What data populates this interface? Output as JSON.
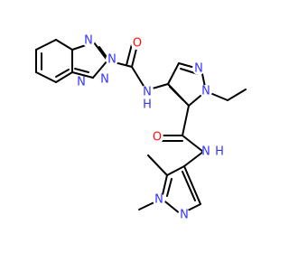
{
  "diagram": {
    "type": "chemical-structure",
    "background": "#ffffff",
    "colors": {
      "bond": "#000000",
      "N": "#3333ff",
      "O": "#ff0d0d"
    },
    "labels": {
      "n_pym1": "N",
      "n_pym2": "N",
      "n_tri1": "N",
      "n_tri2": "N",
      "o_amide1": "O",
      "nh_amide1": "N",
      "h_amide1": "H",
      "n_pz1_2": "N",
      "n_pz1_1": "N",
      "o_amide2": "O",
      "nh_amide2": "N",
      "h_amide2": "H",
      "n_pz2_1": "N",
      "n_pz2_2": "N"
    }
  }
}
